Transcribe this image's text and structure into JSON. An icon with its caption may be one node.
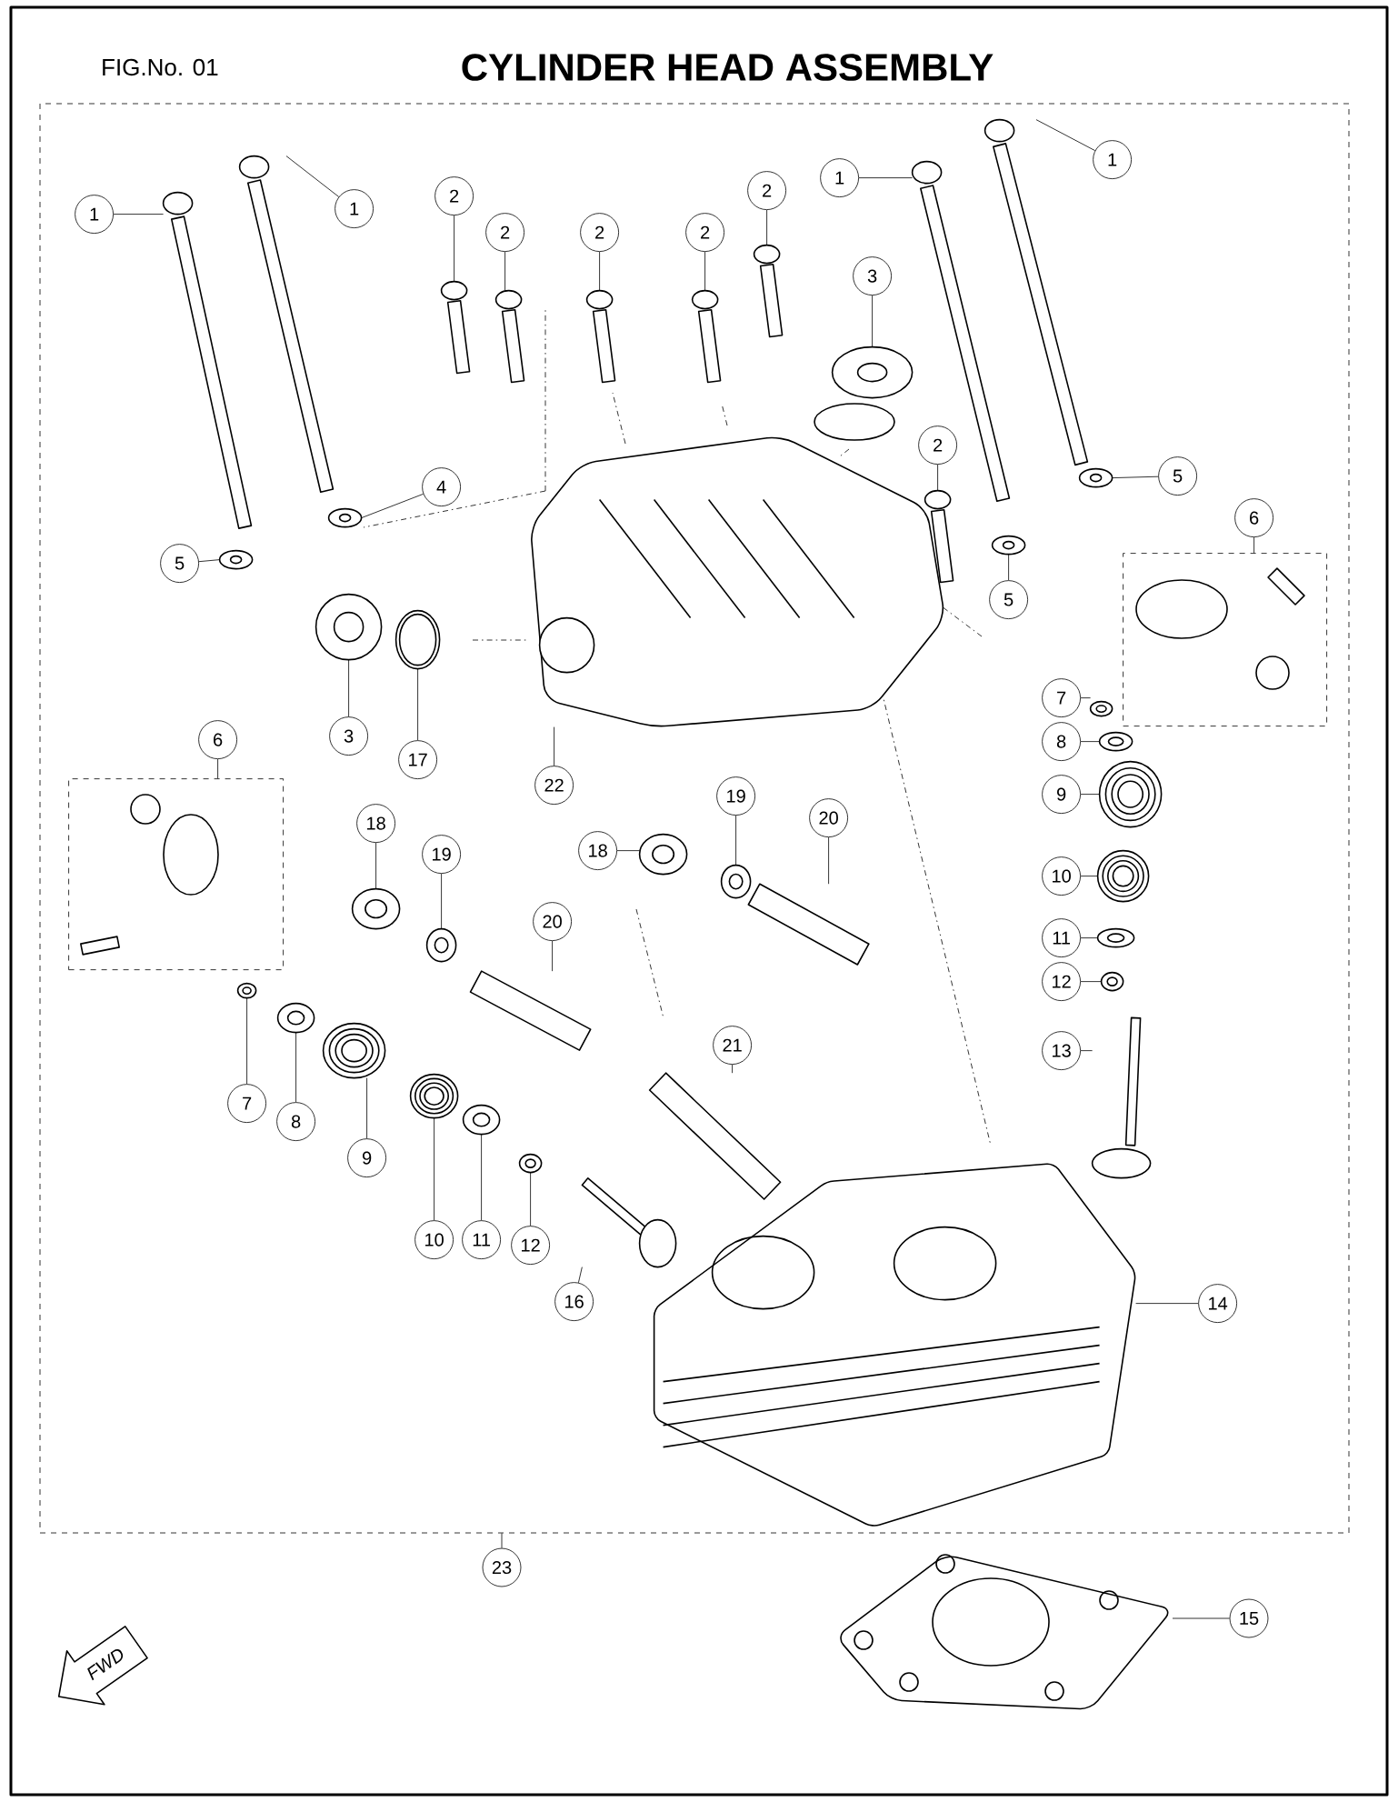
{
  "diagram": {
    "title": "CYLINDER HEAD ASSEMBLY",
    "nodes": [
      {
        "text": [],
        "shape": "box"
      },
      {
        "text": [
          "1"
        ],
        "in": 0
      },
      {
        "text": [
          "1"
        ],
        "in": 0
      },
      {
        "text": [
          "2"
        ],
        "in": 0
      },
      {
        "text": [
          "2"
        ],
        "in": 0
      },
      {
        "text": [
          "2"
        ],
        "in": 0
      },
      {
        "text": [
          "2"
        ],
        "in": 0
      },
      {
        "text": [
          "2"
        ],
        "in": 0
      },
      {
        "text": [
          "1"
        ],
        "in": 0
      },
      {
        "text": [
          "1"
        ],
        "in": 0
      },
      {
        "text": [
          "3"
        ],
        "in": 0
      },
      {
        "text": [
          "4"
        ],
        "in": 0
      },
      {
        "text": [
          "5"
        ],
        "in": 0
      },
      {
        "text": [
          "2"
        ],
        "in": 0
      },
      {
        "text": [
          "5"
        ],
        "in": 0
      },
      {
        "text": [
          "6"
        ],
        "in": 0
      },
      {
        "text": [],
        "shape": "box",
        "in": 0
      },
      {
        "text": [
          "5"
        ],
        "in": 0
      },
      {
        "text": [
          "3"
        ],
        "in": 0
      },
      {
        "text": [
          "17"
        ],
        "in": 0
      },
      {
        "text": [
          "6"
        ],
        "in": 0
      },
      {
        "text": [],
        "shape": "box",
        "in": 0
      },
      {
        "text": [
          "7"
        ],
        "in": 0
      },
      {
        "text": [
          "8"
        ],
        "in": 0
      },
      {
        "text": [
          "22"
        ],
        "in": 0
      },
      {
        "text": [
          "9"
        ],
        "in": 0
      },
      {
        "text": [
          "19"
        ],
        "in": 0
      },
      {
        "text": [
          "18"
        ],
        "in": 0
      },
      {
        "text": [
          "20"
        ],
        "in": 0
      },
      {
        "text": [
          "18"
        ],
        "in": 0
      },
      {
        "text": [
          "19"
        ],
        "in": 0
      },
      {
        "text": [
          "10"
        ],
        "in": 0
      },
      {
        "text": [
          "20"
        ],
        "in": 0
      },
      {
        "text": [
          "11"
        ],
        "in": 0
      },
      {
        "text": [
          "12"
        ],
        "in": 0
      },
      {
        "text": [
          "21"
        ],
        "in": 0
      },
      {
        "text": [
          "13"
        ],
        "in": 0
      },
      {
        "text": [
          "7"
        ],
        "in": 0
      },
      {
        "text": [
          "8"
        ],
        "in": 0
      },
      {
        "text": [
          "9"
        ],
        "in": 0
      },
      {
        "text": [
          "10"
        ],
        "in": 0
      },
      {
        "text": [
          "11"
        ],
        "in": 0
      },
      {
        "text": [
          "12"
        ],
        "in": 0
      },
      {
        "text": [
          "16"
        ],
        "in": 0
      },
      {
        "text": [
          "14"
        ],
        "in": 0
      },
      {
        "text": [
          "23"
        ]
      },
      {
        "text": [
          "15"
        ]
      },
      {
        "text": [
          "FWD"
        ]
      },
      {
        "text": [],
        "shape": "picture",
        "in": 0
      },
      {
        "text": [],
        "shape": "picture",
        "in": 0
      },
      {
        "text": [],
        "shape": "picture",
        "in": 0
      },
      {
        "text": [],
        "shape": "picture",
        "in": 0
      },
      {
        "text": [],
        "shape": "picture",
        "in": 0
      },
      {
        "text": [],
        "shape": "picture",
        "in": 0
      },
      {
        "text": [],
        "shape": "picture",
        "in": 0
      },
      {
        "text": [],
        "shape": "picture",
        "in": 0
      },
      {
        "text": [],
        "shape": "picture",
        "in": 0
      },
      {
        "text": [],
        "shape": "picture",
        "in": 0
      },
      {
        "text": [],
        "shape": "picture",
        "in": 0
      },
      {
        "text": [],
        "shape": "picture",
        "in": 0
      },
      {
        "text": [],
        "shape": "picture",
        "in": 0
      },
      {
        "text": [],
        "shape": "picture",
        "in": 0
      },
      {
        "text": [],
        "shape": "picture",
        "in": 0
      },
      {
        "text": [],
        "shape": "picture",
        "in": 0
      },
      {
        "text": [],
        "shape": "picture",
        "in": 0
      },
      {
        "text": [],
        "shape": "picture",
        "in": 0
      },
      {
        "text": [],
        "shape": "picture",
        "in": 0
      },
      {
        "text": [],
        "shape": "picture",
        "in": 0
      },
      {
        "text": [],
        "shape": "picture",
        "in": 0
      },
      {
        "text": [],
        "shape": "picture",
        "in": 0
      },
      {
        "text": [],
        "shape": "picture",
        "in": 0
      },
      {
        "text": [],
        "shape": "picture",
        "in": 0
      },
      {
        "text": [],
        "shape": "picture",
        "in": 0
      },
      {
        "text": [],
        "shape": "picture",
        "in": 0
      },
      {
        "text": [],
        "shape": "picture",
        "in": 0
      },
      {
        "text": [],
        "shape": "picture",
        "in": 0
      },
      {
        "text": [],
        "shape": "picture",
        "in": 0
      },
      {
        "text": [],
        "shape": "picture",
        "in": 0
      },
      {
        "text": [],
        "shape": "picture",
        "in": 0
      },
      {
        "text": [],
        "shape": "picture",
        "in": 0
      },
      {
        "text": [],
        "shape": "picture",
        "in": 0
      },
      {
        "text": [],
        "shape": "picture",
        "in": 0
      },
      {
        "text": [],
        "shape": "picture",
        "in": 0
      },
      {
        "text": [],
        "shape": "picture",
        "in": 0
      },
      {
        "text": [],
        "shape": "picture",
        "in": 0
      },
      {
        "text": [],
        "shape": "picture",
        "in": 0
      },
      {
        "text": [],
        "shape": "picture",
        "in": 0
      },
      {
        "text": [],
        "shape": "picture",
        "in": 0
      },
      {
        "text": [],
        "shape": "picture"
      }
    ],
    "edges": [
      {
        "from": 1,
        "to": 48,
        "arrow": "none"
      },
      {
        "from": 2,
        "to": 49,
        "arrow": "none"
      },
      {
        "from": 3,
        "to": 50,
        "arrow": "none"
      },
      {
        "from": 4,
        "to": 51,
        "arrow": "none"
      },
      {
        "from": 5,
        "to": 52,
        "arrow": "none"
      },
      {
        "from": 6,
        "to": 53,
        "arrow": "none"
      },
      {
        "from": 7,
        "to": 54,
        "arrow": "none"
      },
      {
        "from": 8,
        "to": 55,
        "arrow": "none"
      },
      {
        "from": 9,
        "to": 56,
        "arrow": "none"
      },
      {
        "from": 10,
        "to": 57,
        "arrow": "none"
      },
      {
        "from": 11,
        "to": 58,
        "arrow": "none"
      },
      {
        "from": 12,
        "to": 59,
        "arrow": "none"
      },
      {
        "from": 13,
        "to": 60,
        "arrow": "none"
      },
      {
        "from": 14,
        "to": 61,
        "arrow": "none"
      },
      {
        "from": 15,
        "to": 16,
        "arrow": "none"
      },
      {
        "from": 17,
        "to": 62,
        "arrow": "none"
      },
      {
        "from": 18,
        "to": 63,
        "arrow": "none"
      },
      {
        "from": 19,
        "to": 64,
        "arrow": "none"
      },
      {
        "from": 20,
        "to": 21,
        "arrow": "none"
      },
      {
        "from": 22,
        "to": 65,
        "arrow": "none"
      },
      {
        "from": 23,
        "to": 66,
        "arrow": "none"
      },
      {
        "from": 24,
        "to": 67,
        "arrow": "none"
      },
      {
        "from": 25,
        "to": 68,
        "arrow": "none"
      },
      {
        "from": 26,
        "to": 69,
        "arrow": "none"
      },
      {
        "from": 27,
        "to": 70,
        "arrow": "none"
      },
      {
        "from": 28,
        "to": 71,
        "arrow": "none"
      },
      {
        "from": 29,
        "to": 72,
        "arrow": "none"
      },
      {
        "from": 30,
        "to": 73,
        "arrow": "none"
      },
      {
        "from": 31,
        "to": 74,
        "arrow": "none"
      },
      {
        "from": 32,
        "to": 75,
        "arrow": "none"
      },
      {
        "from": 33,
        "to": 76,
        "arrow": "none"
      },
      {
        "from": 34,
        "to": 77,
        "arrow": "none"
      },
      {
        "from": 35,
        "to": 78,
        "arrow": "none"
      },
      {
        "from": 36,
        "to": 79,
        "arrow": "none"
      },
      {
        "from": 37,
        "to": 80,
        "arrow": "none"
      },
      {
        "from": 38,
        "to": 81,
        "arrow": "none"
      },
      {
        "from": 39,
        "to": 82,
        "arrow": "none"
      },
      {
        "from": 40,
        "to": 83,
        "arrow": "none"
      },
      {
        "from": 41,
        "to": 84,
        "arrow": "none"
      },
      {
        "from": 42,
        "to": 85,
        "arrow": "none"
      },
      {
        "from": 43,
        "to": 86,
        "arrow": "none"
      },
      {
        "from": 44,
        "to": 87,
        "arrow": "none"
      },
      {
        "from": 45,
        "to": 0,
        "arrow": "none"
      },
      {
        "from": 46,
        "to": 88,
        "arrow": "none"
      }
    ],
    "labels": [
      "FIG.No. 01"
    ]
  }
}
